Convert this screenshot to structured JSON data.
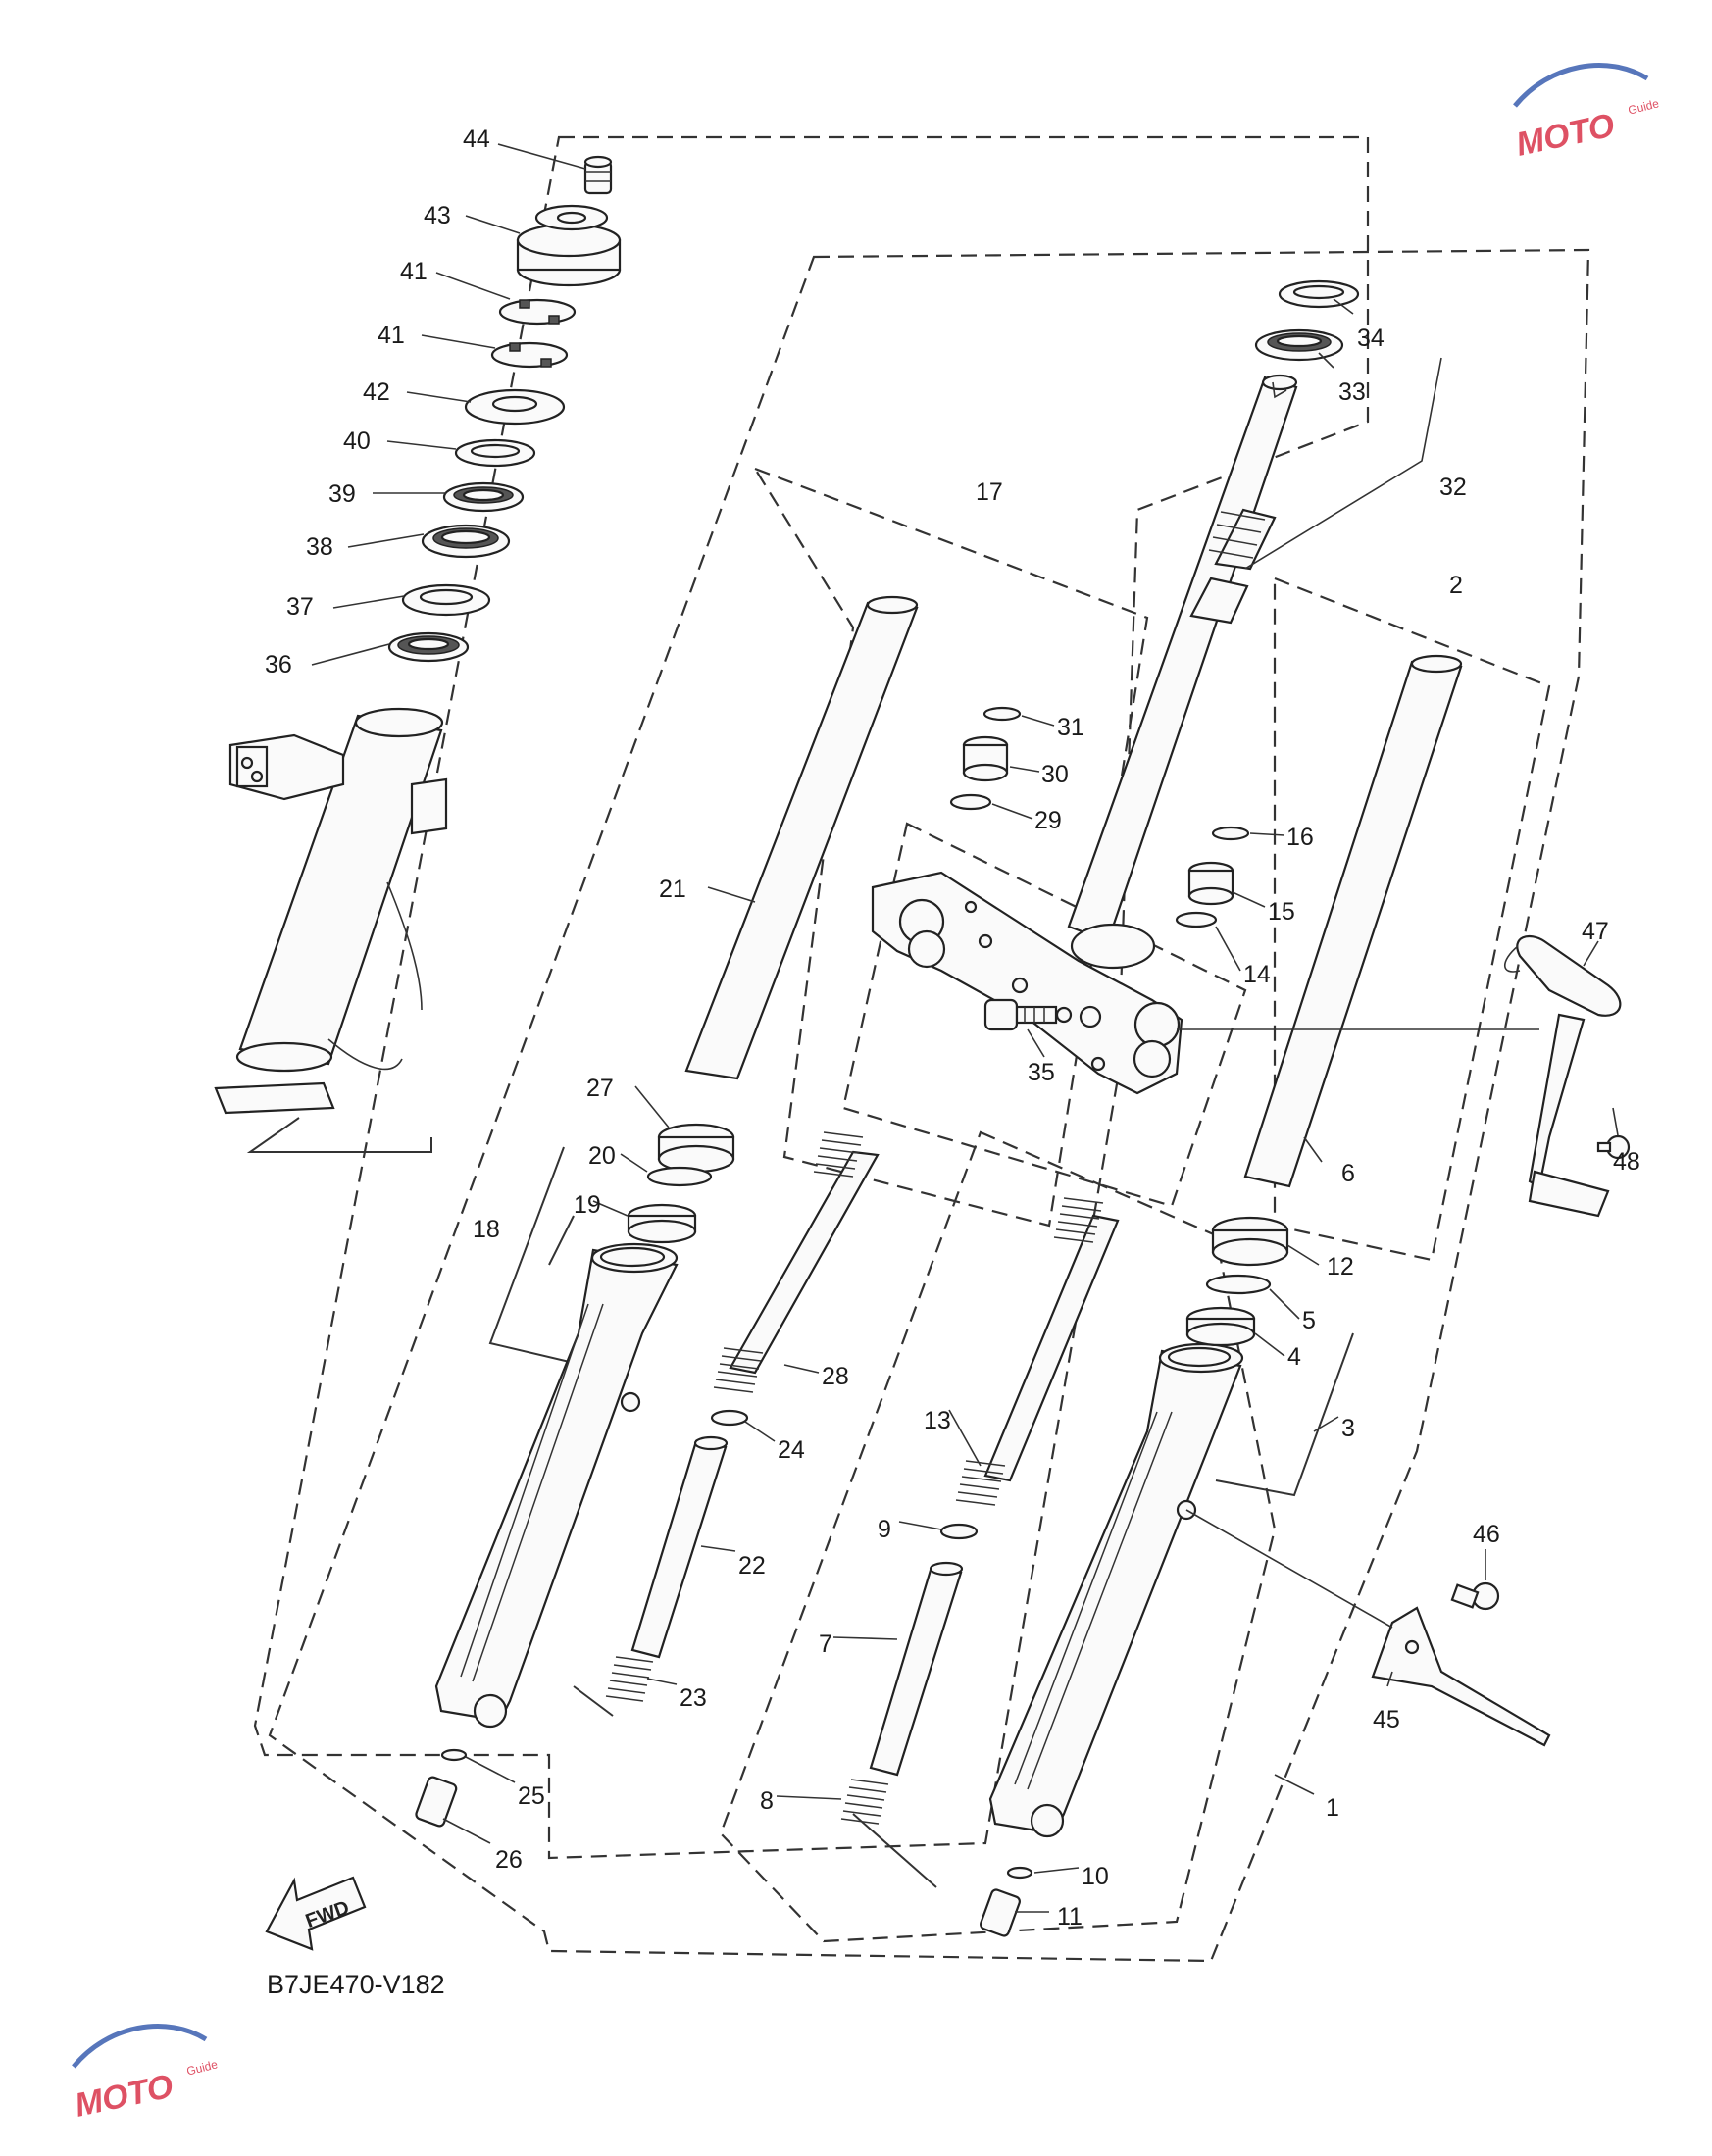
{
  "diagram_code": "B7JE470-V182",
  "fwd_label": "FWD",
  "watermark_text": "MOTO",
  "watermark_sub": "Guide",
  "colors": {
    "ink": "#222222",
    "watermark_red": "#d9334a",
    "watermark_blue": "#3a5fb0"
  },
  "callouts": {
    "p1": "1",
    "p2": "2",
    "p3": "3",
    "p4": "4",
    "p5": "5",
    "p6": "6",
    "p7": "7",
    "p8": "8",
    "p9": "9",
    "p10": "10",
    "p11": "11",
    "p12": "12",
    "p13": "13",
    "p14": "14",
    "p15": "15",
    "p16": "16",
    "p17": "17",
    "p18": "18",
    "p19": "19",
    "p20": "20",
    "p21": "21",
    "p22": "22",
    "p23": "23",
    "p24": "24",
    "p25": "25",
    "p26": "26",
    "p27": "27",
    "p28": "28",
    "p29": "29",
    "p30": "30",
    "p31": "31",
    "p32": "32",
    "p33": "33",
    "p34": "34",
    "p35": "35",
    "p36": "36",
    "p37": "37",
    "p38": "38",
    "p39": "39",
    "p40": "40",
    "p41a": "41",
    "p41b": "41",
    "p42": "42",
    "p43": "43",
    "p44": "44",
    "p45": "45",
    "p46": "46",
    "p47": "47",
    "p48": "48"
  }
}
